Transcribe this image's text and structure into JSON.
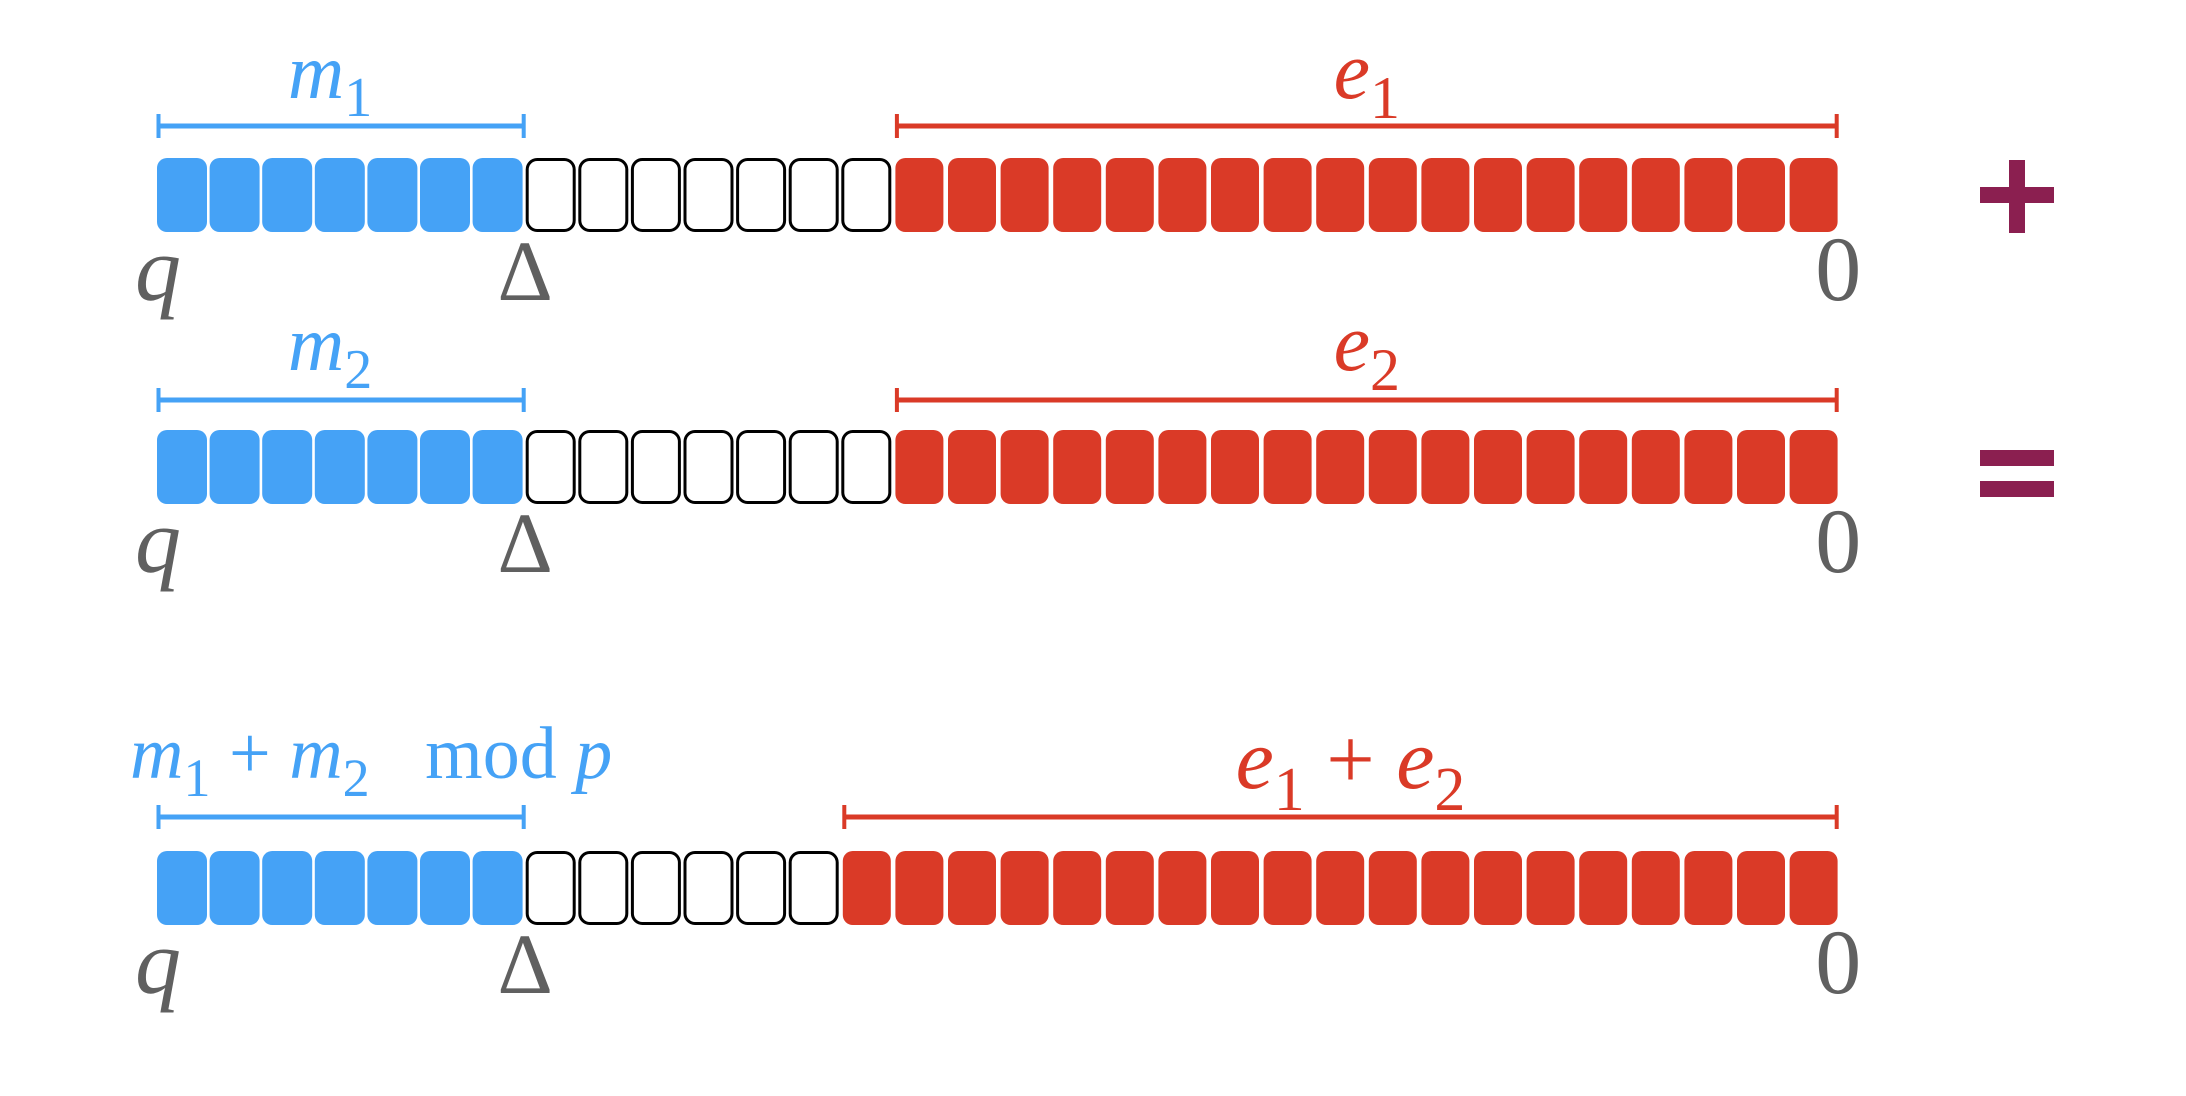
{
  "colors": {
    "message": "#45a2f6",
    "error": "#da3a27",
    "empty_stroke": "#000000",
    "axis_label": "#606060",
    "operator": "#8b1f50"
  },
  "rows": [
    {
      "id": "ciphertext-1",
      "message_cells": 7,
      "empty_cells": 7,
      "error_cells": 18,
      "message_label": {
        "var": "m",
        "sub": "1",
        "suffix": ""
      },
      "error_label": {
        "var": "e",
        "sub": "1"
      },
      "left_label": "q",
      "mid_label": "Δ",
      "right_label": "0",
      "operator": "+"
    },
    {
      "id": "ciphertext-2",
      "message_cells": 7,
      "empty_cells": 7,
      "error_cells": 18,
      "message_label": {
        "var": "m",
        "sub": "2",
        "suffix": ""
      },
      "error_label": {
        "var": "e",
        "sub": "2"
      },
      "left_label": "q",
      "mid_label": "Δ",
      "right_label": "0",
      "operator": "="
    },
    {
      "id": "ciphertext-sum",
      "message_cells": 7,
      "empty_cells": 6,
      "error_cells": 19,
      "message_label": {
        "text": "m₁ + m₂",
        "var1": "m",
        "sub1": "1",
        "plus": "+",
        "var2": "m",
        "sub2": "2",
        "mod": "mod",
        "modvar": "p"
      },
      "error_label": {
        "var1": "e",
        "sub1": "1",
        "plus": "+",
        "var2": "e",
        "sub2": "2"
      },
      "left_label": "q",
      "mid_label": "Δ",
      "right_label": "0",
      "operator": ""
    }
  ]
}
